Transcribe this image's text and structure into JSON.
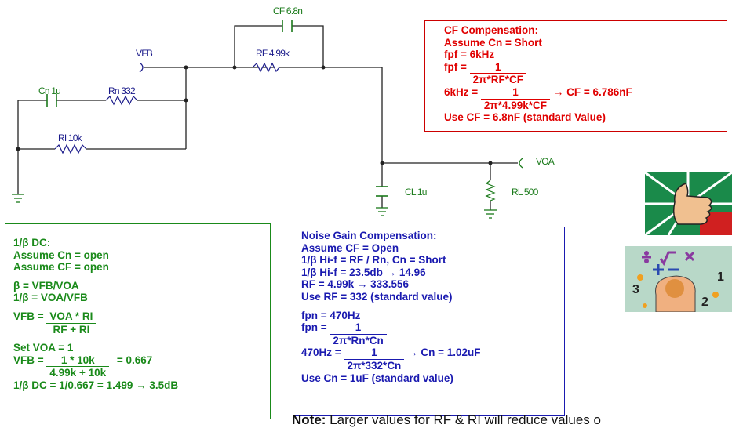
{
  "schematic": {
    "nodes": {
      "vfb": "VFB",
      "voa": "VOA"
    },
    "components": {
      "cf": "CF 6.8n",
      "rf": "RF 4.99k",
      "cn": "Cn 1u",
      "rn": "Rn 332",
      "ri": "RI 10k",
      "cl": "CL 1u",
      "rl": "RL 500"
    }
  },
  "cf_box": {
    "line1": "CF Compensation:",
    "line2": "Assume Cn = Short",
    "line3": "fpf = 6kHz",
    "line4_lhs": "fpf =",
    "line4_num": "1",
    "line4_den": "2π*RF*CF",
    "line5_lhs": "6kHz =",
    "line5_num": "1",
    "line5_den": "2π*4.99k*CF",
    "line5_rhs": "→ CF = 6.786nF",
    "line6": "Use CF = 6.8nF (standard Value)"
  },
  "dc_box": {
    "l1": "1/β DC:",
    "l2": "Assume Cn = open",
    "l3": "Assume CF = open",
    "l4": "β = VFB/VOA",
    "l5": "1/β = VOA/VFB",
    "l6_lhs": "VFB =",
    "l6_num": "VOA * RI",
    "l6_den": "RF + RI",
    "l7": "Set VOA = 1",
    "l8_lhs": "VFB =",
    "l8_num": "1 * 10k",
    "l8_den": "4.99k + 10k",
    "l8_rhs": "= 0.667",
    "l9": "1/β DC = 1/0.667 = 1.499 → 3.5dB"
  },
  "noise_box": {
    "l1": "Noise Gain Compensation:",
    "l2": "Assume CF = Open",
    "l3": "1/β Hi-f = RF / Rn, Cn = Short",
    "l4": "1/β Hi-f = 23.5db → 14.96",
    "l5": "RF = 4.99k → 333.556",
    "l6": "Use RF = 332 (standard value)",
    "l7": "fpn = 470Hz",
    "l8_lhs": "fpn =",
    "l8_num": "1",
    "l8_den": "2π*Rn*Cn",
    "l9_lhs": "470Hz =",
    "l9_num": "1",
    "l9_den": "2π*332*Cn",
    "l9_rhs": "→ Cn = 1.02uF",
    "l10": "Use Cn = 1uF (standard value)"
  },
  "note": {
    "bold": "Note:",
    "text": " Larger values for RF & RI will reduce values o"
  },
  "colors": {
    "red": "#e00000",
    "green": "#1a8a1a",
    "blue": "#1a1ab0",
    "wire": "#222222"
  }
}
